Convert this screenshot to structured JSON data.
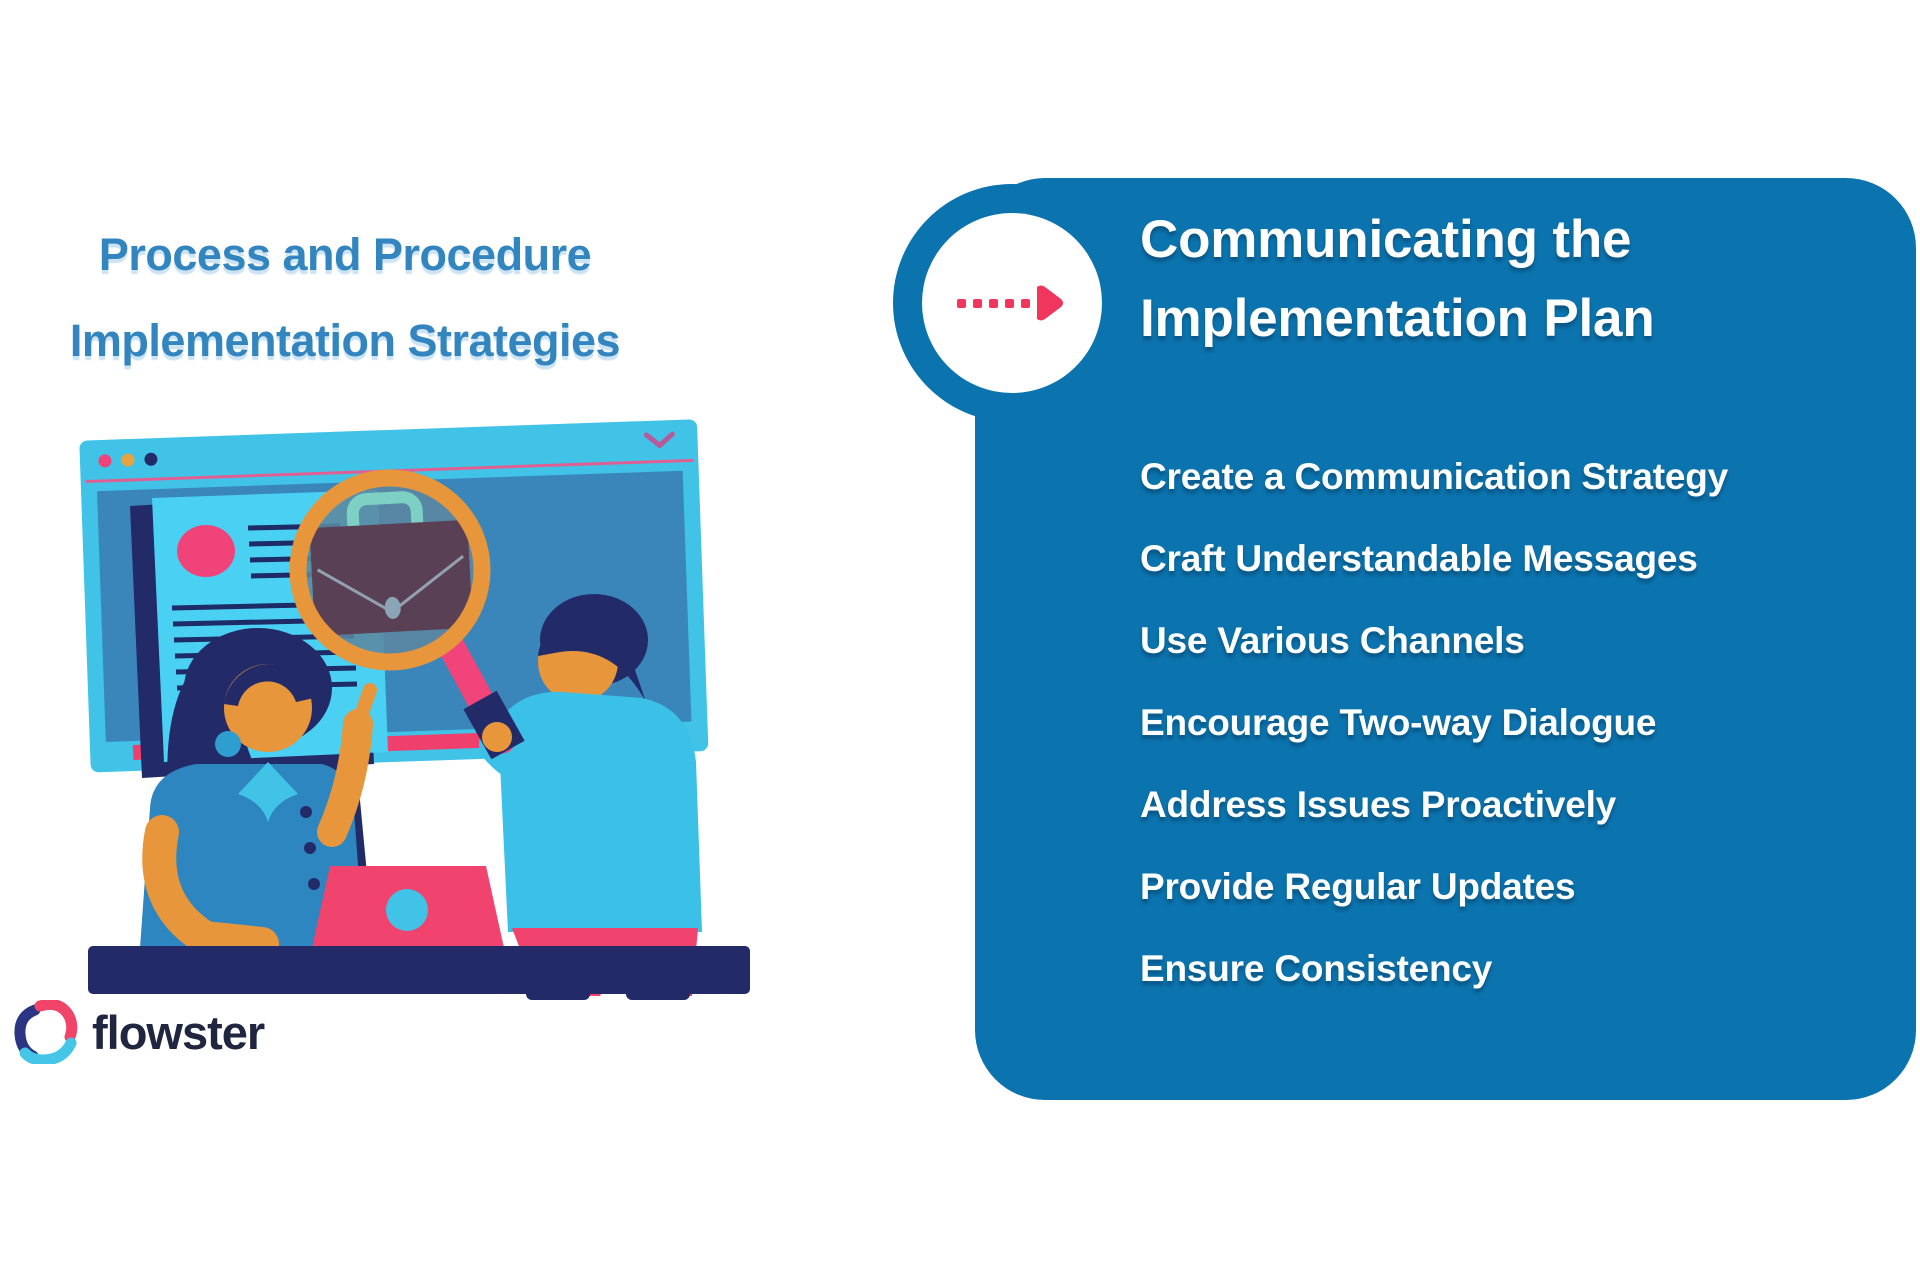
{
  "left": {
    "title_line1": "Process and Procedure",
    "title_line2": "Implementation Strategies",
    "title_color": "#3385bf"
  },
  "logo": {
    "text": "flowster",
    "text_color": "#20263f",
    "mark_colors": {
      "pink": "#f04468",
      "navy": "#2b3584",
      "cyan": "#45c6e8"
    }
  },
  "card": {
    "background": "#0b73ad",
    "text_color": "#ffffff",
    "title_line1": "Communicating the",
    "title_line2": "Implementation Plan",
    "items": [
      "Create a Communication Strategy",
      "Craft Understandable Messages",
      "Use Various Channels",
      "Encourage Two-way Dialogue",
      "Address Issues Proactively",
      "Provide Regular Updates",
      "Ensure Consistency"
    ]
  },
  "icons": {
    "badge_arrow": "dashed-arrow-right-icon",
    "badge_arrow_color": "#f0365c",
    "illustration": [
      "browser-window",
      "document",
      "magnifier-briefcase",
      "woman-at-laptop",
      "man-with-magnifier",
      "desk"
    ]
  },
  "palette": {
    "card_blue": "#0b73ad",
    "pink": "#f0436d",
    "navy": "#232a68",
    "cyan": "#41c3e8",
    "window_body_blue": "#3a86bb",
    "orange": "#e8963c"
  }
}
